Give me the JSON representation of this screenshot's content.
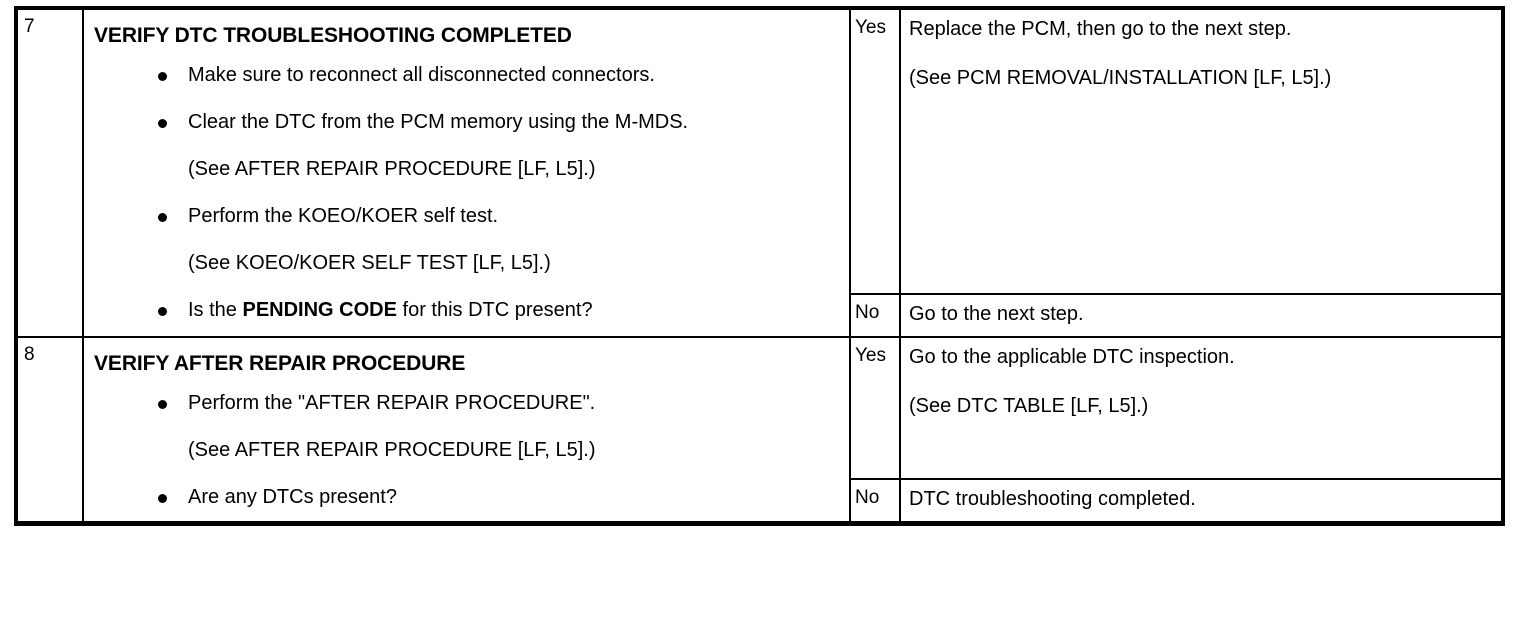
{
  "document": {
    "type": "diagnostic-troubleshooting-table",
    "answer_labels": {
      "yes": "Yes",
      "no": "No"
    }
  },
  "steps": [
    {
      "number": "7",
      "title": "VERIFY DTC TROUBLESHOOTING COMPLETED",
      "items": [
        {
          "kind": "bullet",
          "text": "Make sure to reconnect all disconnected connectors."
        },
        {
          "kind": "bullet",
          "text": "Clear the DTC from the PCM memory using the M-MDS."
        },
        {
          "kind": "note",
          "text": "(See AFTER REPAIR PROCEDURE [LF, L5].)"
        },
        {
          "kind": "bullet",
          "text": "Perform the KOEO/KOER self test."
        },
        {
          "kind": "note",
          "text": "(See KOEO/KOER SELF TEST [LF, L5].)"
        },
        {
          "kind": "bullet",
          "pre": "Is the ",
          "emph": "PENDING CODE",
          "post": " for this DTC present?"
        }
      ],
      "yes": {
        "label": "Yes",
        "lines": [
          "Replace the PCM, then go to the next step.",
          "(See PCM REMOVAL/INSTALLATION [LF, L5].)"
        ]
      },
      "no": {
        "label": "No",
        "lines": [
          "Go to the next step."
        ]
      }
    },
    {
      "number": "8",
      "title": "VERIFY AFTER REPAIR PROCEDURE",
      "items": [
        {
          "kind": "bullet",
          "text": "Perform the \"AFTER REPAIR PROCEDURE\"."
        },
        {
          "kind": "note",
          "text": "(See AFTER REPAIR PROCEDURE [LF, L5].)"
        },
        {
          "kind": "bullet",
          "text": "Are any DTCs present?"
        }
      ],
      "yes": {
        "label": "Yes",
        "lines": [
          "Go to the applicable DTC inspection.",
          "(See DTC TABLE [LF, L5].)"
        ]
      },
      "no": {
        "label": "No",
        "lines": [
          "DTC troubleshooting completed."
        ]
      }
    }
  ]
}
